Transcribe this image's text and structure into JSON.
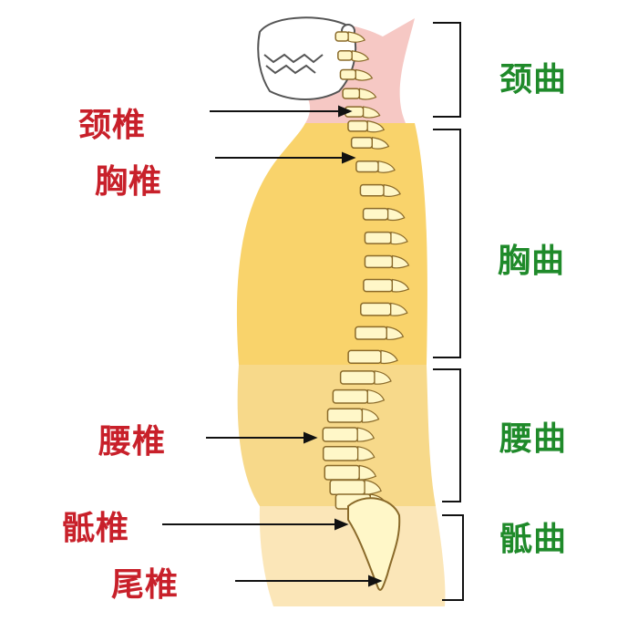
{
  "vertebra_labels": [
    {
      "text": "颈椎"
    },
    {
      "text": "胸椎"
    },
    {
      "text": "腰椎"
    },
    {
      "text": "骶椎"
    },
    {
      "text": "尾椎"
    }
  ],
  "curve_labels": [
    {
      "text": "颈曲"
    },
    {
      "text": "胸曲"
    },
    {
      "text": "腰曲"
    },
    {
      "text": "骶曲"
    }
  ],
  "colors": {
    "vertebra_text": "#c8202a",
    "curve_text": "#1f8a2a",
    "neck": "#f6c8c4",
    "torso": "#f9d36b",
    "lower": "#fbe6b8",
    "bone": "#fff7c8",
    "bone_outline": "#8a6a2a"
  }
}
